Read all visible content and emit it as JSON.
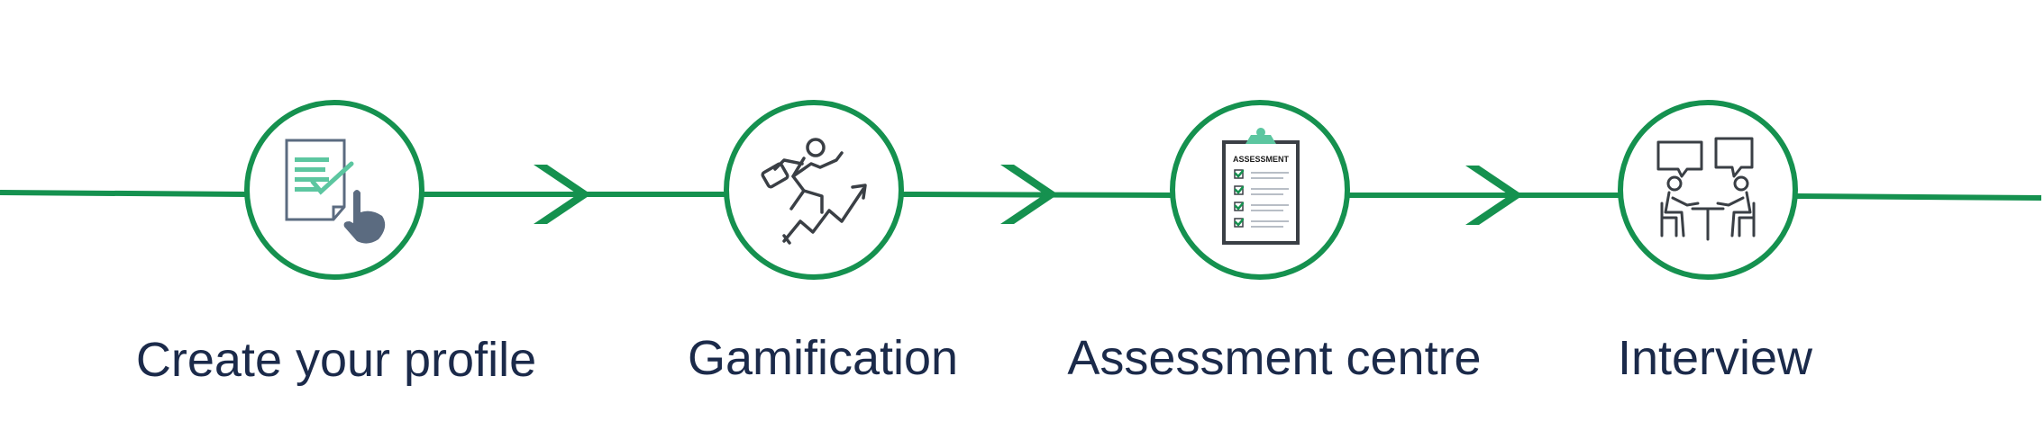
{
  "steps": [
    {
      "label": "Create your profile",
      "icon": "profile-form-icon"
    },
    {
      "label": "Gamification",
      "icon": "running-climber-icon"
    },
    {
      "label": "Assessment centre",
      "icon": "assessment-clipboard-icon"
    },
    {
      "label": "Interview",
      "icon": "interview-people-icon"
    }
  ],
  "assessment_icon_text": "ASSESSMENT",
  "colors": {
    "line": "#15914f",
    "circle": "#15914f",
    "label": "#1b2a4a",
    "icon_dark": "#3a3f45",
    "icon_teal": "#5cc6a0",
    "icon_slate": "#5b6b80"
  }
}
